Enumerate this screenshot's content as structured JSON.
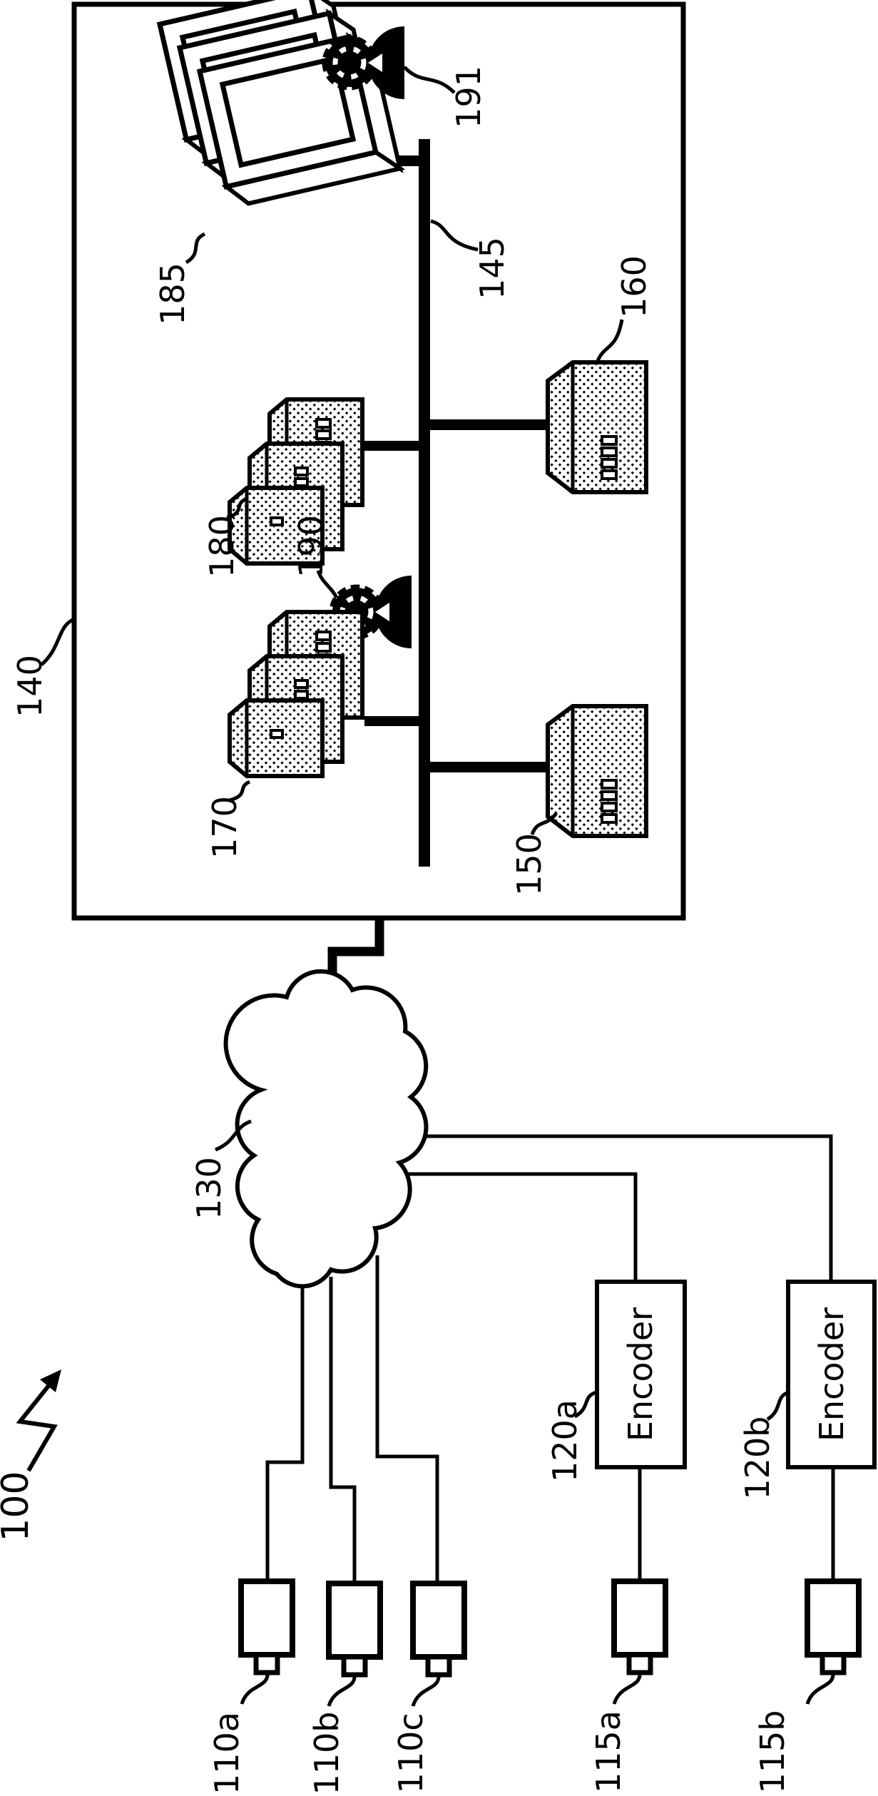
{
  "figure": {
    "description": "Patent-style video surveillance system diagram, rotated 90 degrees (labels read bottom-to-top)",
    "colors": {
      "line": "#000000",
      "background": "#ffffff"
    }
  },
  "labels": {
    "n100": "100",
    "n110a": "110a",
    "n110b": "110b",
    "n110c": "110c",
    "n115a": "115a",
    "n115b": "115b",
    "n120a": "120a",
    "n120b": "120b",
    "n130": "130",
    "n140": "140",
    "n145": "145",
    "n150": "150",
    "n160": "160",
    "n170": "170",
    "n180": "180",
    "n185": "185",
    "n190": "190",
    "n191": "191",
    "encoder_a": "Encoder",
    "encoder_b": "Encoder"
  }
}
